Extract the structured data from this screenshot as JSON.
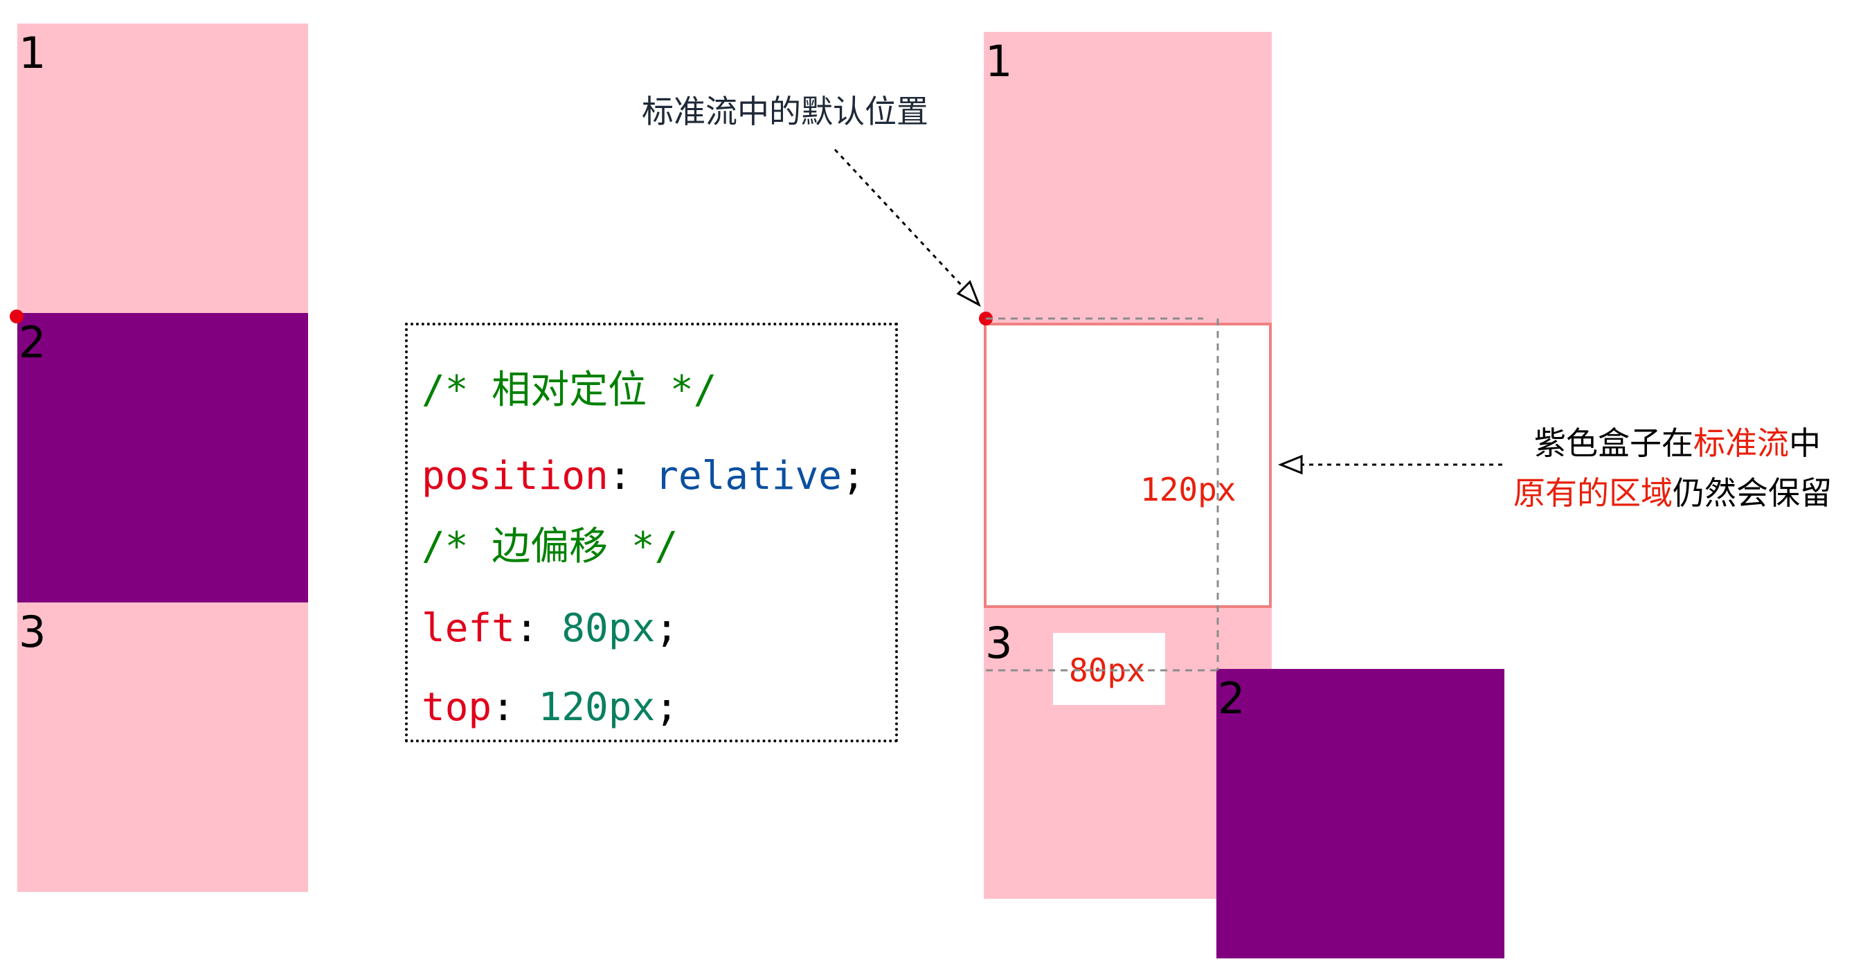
{
  "left_column": {
    "boxes": [
      {
        "label": "1"
      },
      {
        "label": "2"
      },
      {
        "label": "3"
      }
    ]
  },
  "code": {
    "comment1": "/* 相对定位 */",
    "position_prop": "position",
    "position_colon": ": ",
    "position_value": "relative",
    "position_semi": ";",
    "comment2": "/* 边偏移 */",
    "left_prop": "left",
    "left_colon": ": ",
    "left_value": "80px",
    "left_semi": ";",
    "top_prop": "top",
    "top_colon": ": ",
    "top_value": "120px",
    "top_semi": ";"
  },
  "right_column": {
    "boxes": [
      {
        "label": "1"
      },
      {
        "label": "2"
      },
      {
        "label": "3"
      }
    ],
    "offset_top_label": "120px",
    "offset_left_label": "80px"
  },
  "annotations": {
    "default_position": "标准流中的默认位置",
    "reserved": {
      "line1_a": "紫色盒子在",
      "line1_b": "标准流",
      "line1_c": "中",
      "line2_a": "原有的区域",
      "line2_b": "仍然会保留"
    }
  },
  "colors": {
    "pink": "#ffc0cb",
    "purple": "#800080",
    "dot_red": "#e60012",
    "highlight_red": "#e8200c",
    "comment_green": "#008000",
    "keyword_blue": "#0b4fa0",
    "number_teal": "#0a8060"
  }
}
